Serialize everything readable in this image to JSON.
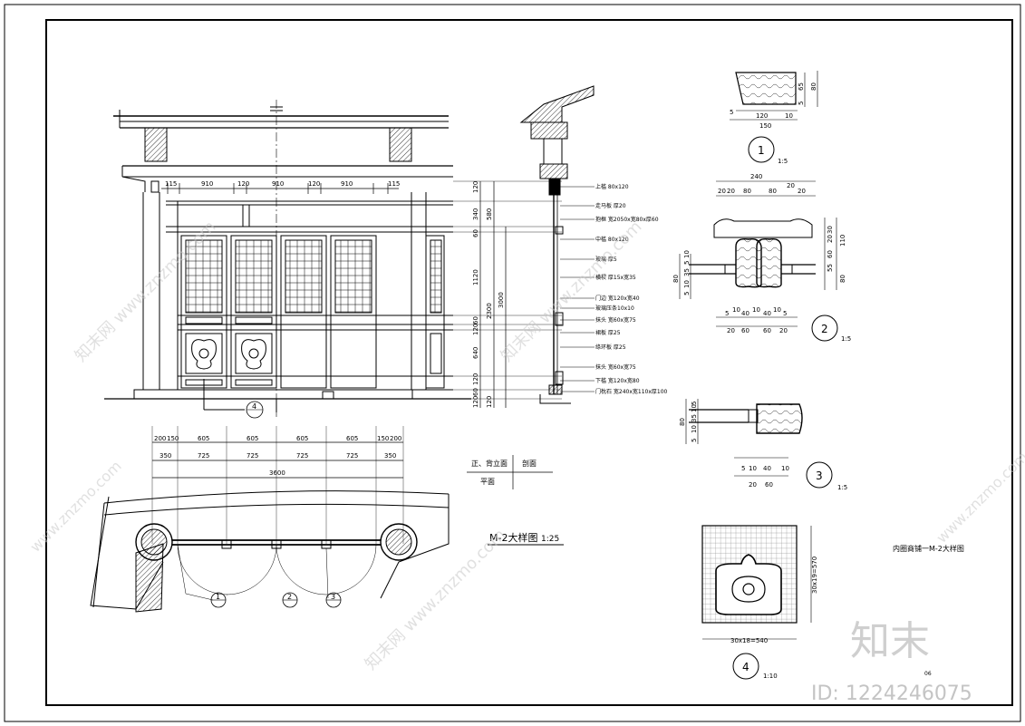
{
  "drawing": {
    "title": "内圈商铺一M-2大样图",
    "sheet_no": "06",
    "main_caption": "M-2大样图",
    "main_scale": "1:25",
    "legend": {
      "front": "正、背立面",
      "section": "剖面",
      "plan": "平面"
    }
  },
  "watermark": {
    "site": "www.znzmo.com",
    "brand": "知末",
    "id": "ID: 1224246075",
    "repeat": "知末网 www.znzmo.com"
  },
  "elevation": {
    "top_dims": [
      "115",
      "910",
      "120",
      "910",
      "120",
      "910",
      "115"
    ],
    "vert_dims": [
      "120",
      "340",
      "580",
      "60",
      "1120",
      "3000",
      "2300",
      "60",
      "120",
      "640",
      "120",
      "60",
      "120",
      "120"
    ],
    "bot_dims1": [
      "200",
      "150",
      "605",
      "605",
      "605",
      "605",
      "150",
      "200"
    ],
    "bot_dims2": [
      "350",
      "725",
      "725",
      "725",
      "725",
      "350"
    ],
    "total": "3600",
    "callout": "4"
  },
  "section_labels": [
    "上槛 80x120",
    "走马板 厚20",
    "抱框 宽2050x宽80x厚60",
    "中槛 80x120",
    "玻璃 厚5",
    "横棂 厚15x宽35",
    "门边 宽120x宽40",
    "玻璃压条10x10",
    "抹头 宽60x宽75",
    "裙板 厚25",
    "绦环板 厚25",
    "抹头 宽60x宽75",
    "下槛 宽120x宽80",
    "门枕石 宽240x宽110x厚100"
  ],
  "plan": {
    "callouts": [
      "1",
      "2",
      "3"
    ]
  },
  "details": {
    "d1": {
      "num": "1",
      "scale": "1:5",
      "dims": [
        "5",
        "120",
        "10",
        "150",
        "65",
        "80",
        "5"
      ]
    },
    "d2": {
      "num": "2",
      "scale": "1:5",
      "top": [
        "240",
        "20",
        "20",
        "80",
        "80",
        "20",
        "20"
      ],
      "right": [
        "30",
        "20",
        "110",
        "60",
        "55",
        "80"
      ],
      "left": [
        "80",
        "5",
        "10",
        "35",
        "5",
        "10"
      ],
      "bottom": [
        "5",
        "10",
        "40",
        "10",
        "40",
        "10",
        "5",
        "20",
        "60",
        "60",
        "20"
      ]
    },
    "d3": {
      "num": "3",
      "scale": "1:5",
      "left": [
        "80",
        "5",
        "10",
        "35",
        "10",
        "5"
      ],
      "bottom": [
        "5",
        "10",
        "40",
        "10",
        "20",
        "60"
      ]
    },
    "d4": {
      "num": "4",
      "scale": "1:10",
      "width": "30x18=540",
      "height": "30x19=570"
    }
  }
}
